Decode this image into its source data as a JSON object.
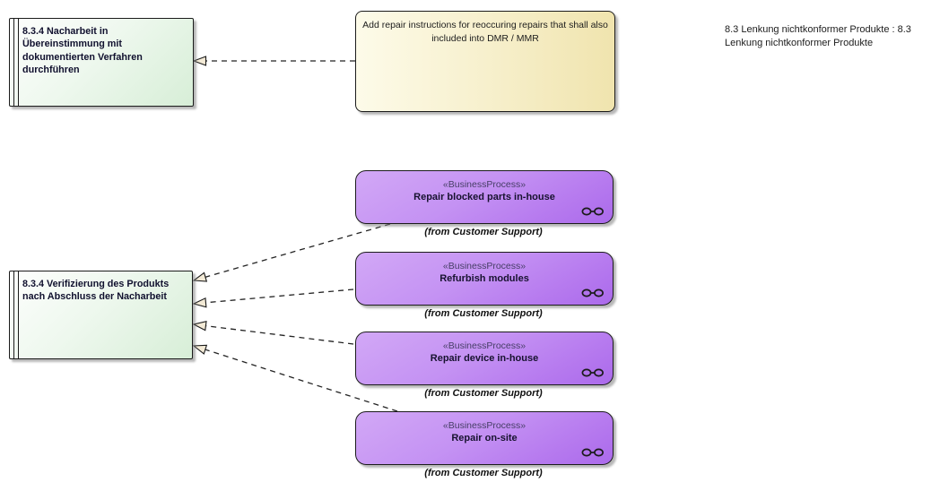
{
  "diagram": {
    "frame_label": "8.3 Lenkung nichtkonformer Produkte : 8.3 Lenkung nichtkonformer Produkte",
    "note": {
      "text": "Add repair instructions for reoccuring repairs that shall also included into DMR / MMR"
    },
    "activities": [
      {
        "label": "8.3.4 Nacharbeit in Übereinstimmung mit dokumentierten Verfahren durchführen"
      },
      {
        "label": "8.3.4 Verifizierung des Produkts nach Abschluss der Nacharbeit"
      }
    ],
    "processes": [
      {
        "stereotype": "«BusinessProcess»",
        "name": "Repair blocked parts in-house",
        "from_note": "(from Customer Support)",
        "icon": "linked-circles-icon"
      },
      {
        "stereotype": "«BusinessProcess»",
        "name": "Refurbish modules",
        "from_note": "(from Customer Support)",
        "icon": "linked-circles-icon"
      },
      {
        "stereotype": "«BusinessProcess»",
        "name": "Repair device in-house",
        "from_note": "(from Customer Support)",
        "icon": "linked-circles-icon"
      },
      {
        "stereotype": "«BusinessProcess»",
        "name": "Repair on-site",
        "from_note": "(from Customer Support)",
        "icon": "linked-circles-icon"
      }
    ],
    "colors": {
      "activity_fill_start": "#fdfefd",
      "activity_fill_end": "#d7eed7",
      "note_fill_start": "#fdfbe9",
      "note_fill_end": "#f0e4ae",
      "process_fill_start": "#d2a8f6",
      "process_fill_end": "#ab6aeb",
      "arrowhead_fill": "#f3ead6",
      "connector_stroke": "#232323",
      "border": "#1b1b1b"
    }
  }
}
